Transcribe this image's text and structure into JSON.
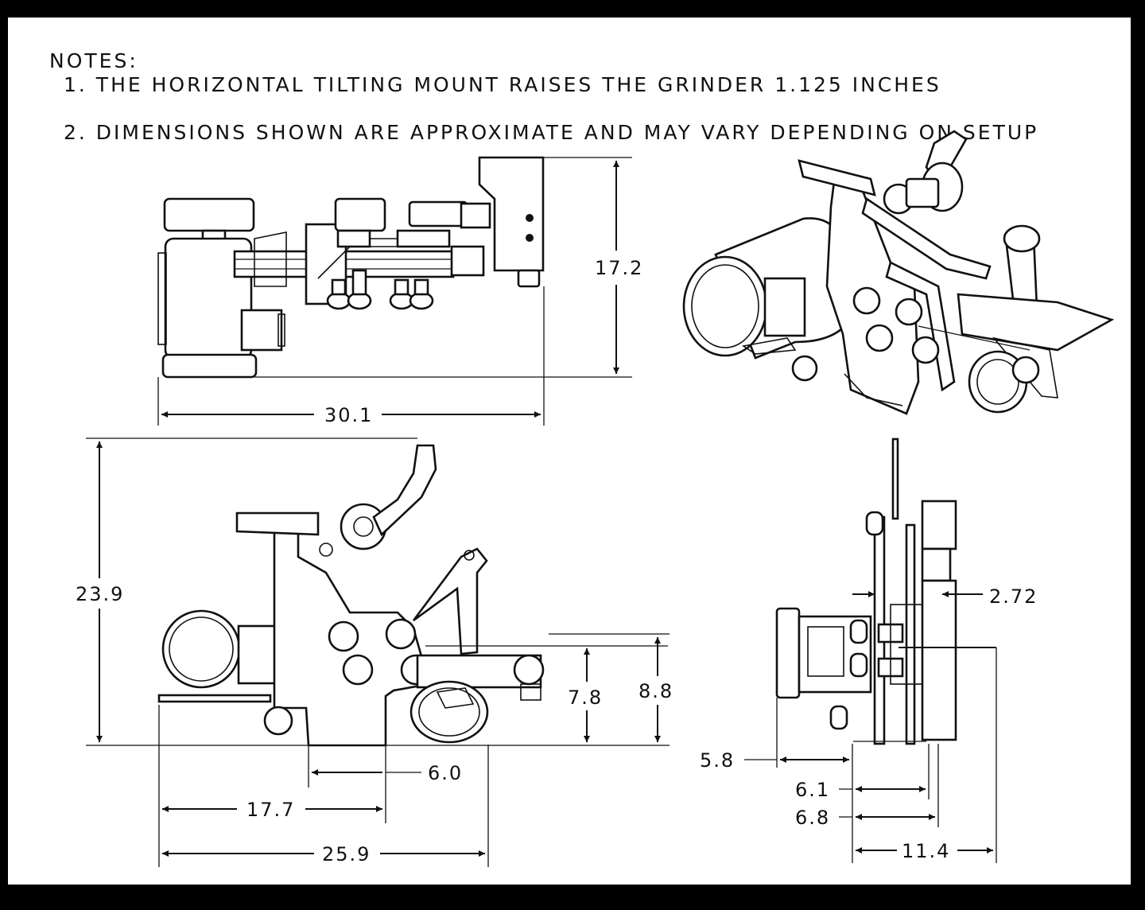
{
  "notes": {
    "heading": "NOTES:",
    "note1": "1. THE HORIZONTAL TILTING MOUNT RAISES THE GRINDER 1.125 INCHES",
    "note2": "2. DIMENSIONS SHOWN ARE APPROXIMATE AND MAY VARY DEPENDING ON SETUP"
  },
  "dimensions": {
    "top_view_height": "17.2",
    "top_view_length": "30.1",
    "front_view_height": "23.9",
    "front_view_platen_height": "7.8",
    "front_view_table_height": "8.8",
    "front_view_foot_width": "6.0",
    "front_view_motor_span": "17.7",
    "front_view_overall_length": "25.9",
    "side_view_offset": "2.72",
    "side_view_base_offset": "5.8",
    "side_view_mid_depth": "6.1",
    "side_view_wheel_depth": "6.8",
    "side_view_overall_depth": "11.4"
  },
  "colors": {
    "frame": "#000000",
    "sheet": "#ffffff",
    "ink": "#111111"
  }
}
